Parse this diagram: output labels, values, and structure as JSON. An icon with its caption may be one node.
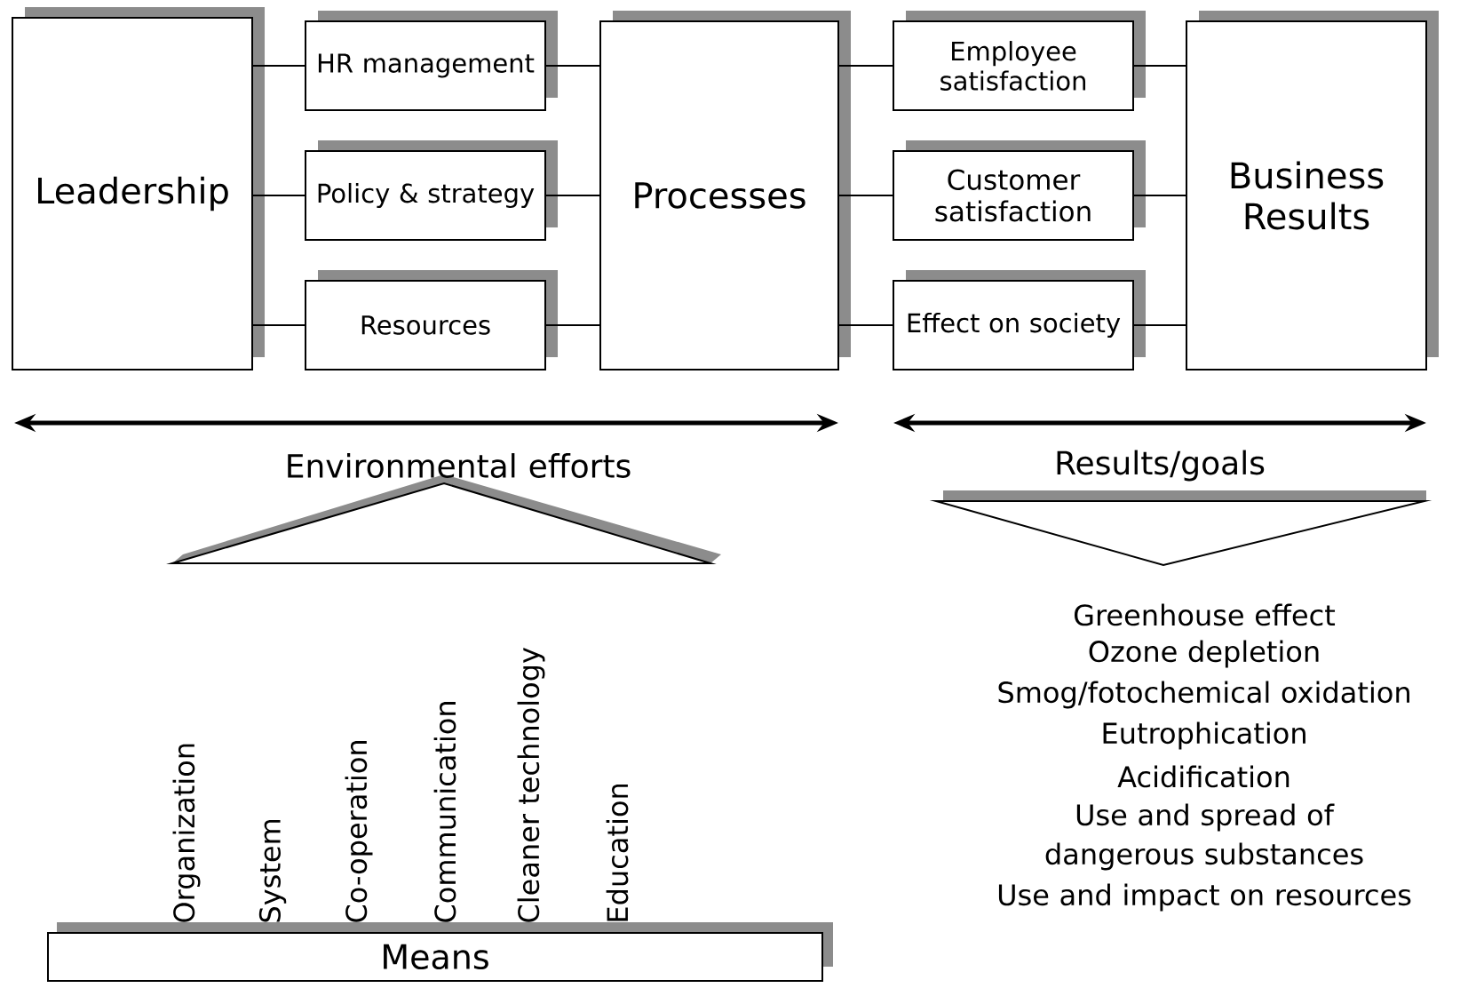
{
  "diagram": {
    "nodes": [
      {
        "text": [
          "Leadership"
        ]
      },
      {
        "text": [
          "HR management"
        ]
      },
      {
        "text": [
          "Policy & strategy"
        ]
      },
      {
        "text": [
          "Resources"
        ]
      },
      {
        "text": [
          "Processes"
        ]
      },
      {
        "text": [
          "Employee satisfaction"
        ]
      },
      {
        "text": [
          "Customer satisfaction"
        ]
      },
      {
        "text": [
          "Effect on society"
        ]
      },
      {
        "text": [
          "Business Results"
        ]
      },
      {
        "text": [
          "Means"
        ],
        "beside": [
          "Organization",
          "System",
          "Co-operation",
          "Communication",
          "Cleaner technology",
          "Education"
        ]
      }
    ],
    "edges": [
      {
        "from": 0,
        "to": 1,
        "arrow": "none"
      },
      {
        "from": 0,
        "to": 2,
        "arrow": "none"
      },
      {
        "from": 0,
        "to": 3,
        "arrow": "none"
      },
      {
        "from": 1,
        "to": 4,
        "arrow": "none"
      },
      {
        "from": 2,
        "to": 4,
        "arrow": "none"
      },
      {
        "from": 3,
        "to": 4,
        "arrow": "none"
      },
      {
        "from": 4,
        "to": 5,
        "arrow": "none"
      },
      {
        "from": 4,
        "to": 6,
        "arrow": "none"
      },
      {
        "from": 4,
        "to": 7,
        "arrow": "none"
      },
      {
        "from": 5,
        "to": 8,
        "arrow": "none"
      },
      {
        "from": 6,
        "to": 8,
        "arrow": "none"
      },
      {
        "from": 7,
        "to": 8,
        "arrow": "none"
      }
    ],
    "labels": [
      "Environmental efforts",
      "Results/goals",
      "Greenhouse effect",
      "Ozone depletion",
      "Smog/fotochemical oxidation",
      "Eutrophication",
      "Acidification",
      "Use and spread of dangerous substances",
      "Use and impact on resources"
    ]
  }
}
